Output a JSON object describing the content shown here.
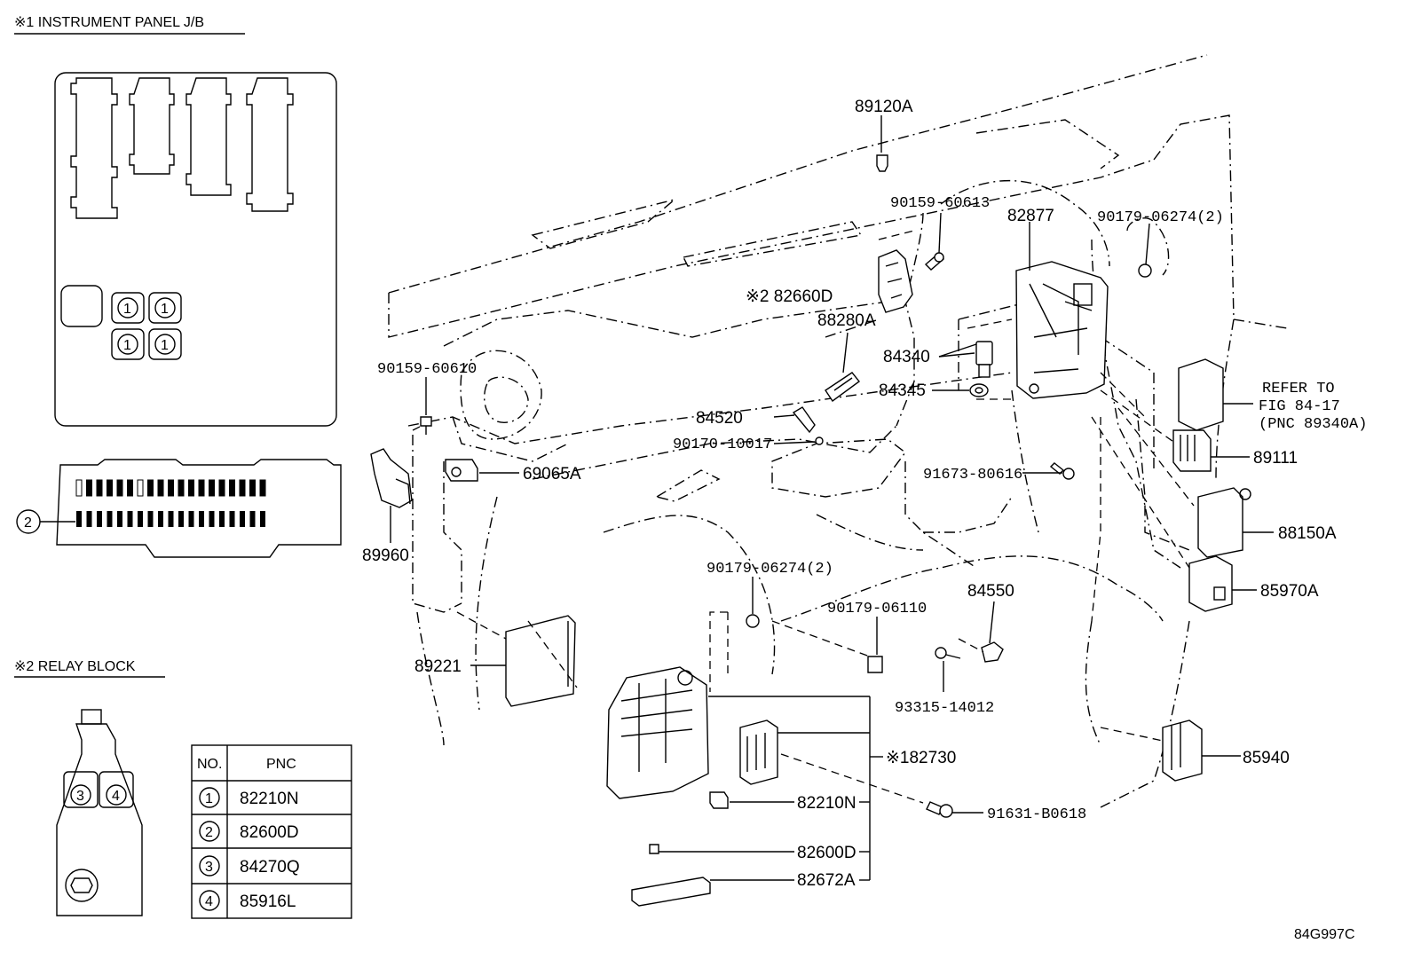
{
  "headers": {
    "jb_title": "※1 INSTRUMENT PANEL J/B",
    "relay_title": "※2 RELAY BLOCK"
  },
  "jb_callouts": [
    "1",
    "1",
    "1",
    "1",
    "2"
  ],
  "relay_callouts": [
    "3",
    "4"
  ],
  "pnc_table": {
    "col_no": "NO.",
    "col_pnc": "PNC",
    "rows": [
      {
        "no": "1",
        "pnc": "82210N"
      },
      {
        "no": "2",
        "pnc": "82600D"
      },
      {
        "no": "3",
        "pnc": "84270Q"
      },
      {
        "no": "4",
        "pnc": "85916L"
      }
    ]
  },
  "parts": {
    "p89120A": "89120A",
    "p90159_60613": "90159-60613",
    "p82877": "82877",
    "p90179_06274_top": "90179-06274(2)",
    "p82660D": "※2 82660D",
    "p88280A": "88280A",
    "p84340": "84340",
    "p84345": "84345",
    "p90159_60610": "90159-60610",
    "p84520": "84520",
    "p90170_10017": "90170-10017",
    "p69065A": "69065A",
    "p91673_80616": "91673-80616",
    "p89111": "89111",
    "p88150A": "88150A",
    "p85970A": "85970A",
    "p89960": "89960",
    "p90179_06274_bot": "90179-06274(2)",
    "p84550": "84550",
    "p90179_06110": "90179-06110",
    "p89221": "89221",
    "p93315_14012": "93315-14012",
    "p82730": "※182730",
    "p85940": "85940",
    "p82210N": "82210N",
    "p91631_B0618": "91631-B0618",
    "p82600D": "82600D",
    "p82672A": "82672A"
  },
  "refer": {
    "line1": "REFER TO",
    "line2": "FIG 84-17",
    "line3": "(PNC 89340A)"
  },
  "figure_id": "84G997C"
}
